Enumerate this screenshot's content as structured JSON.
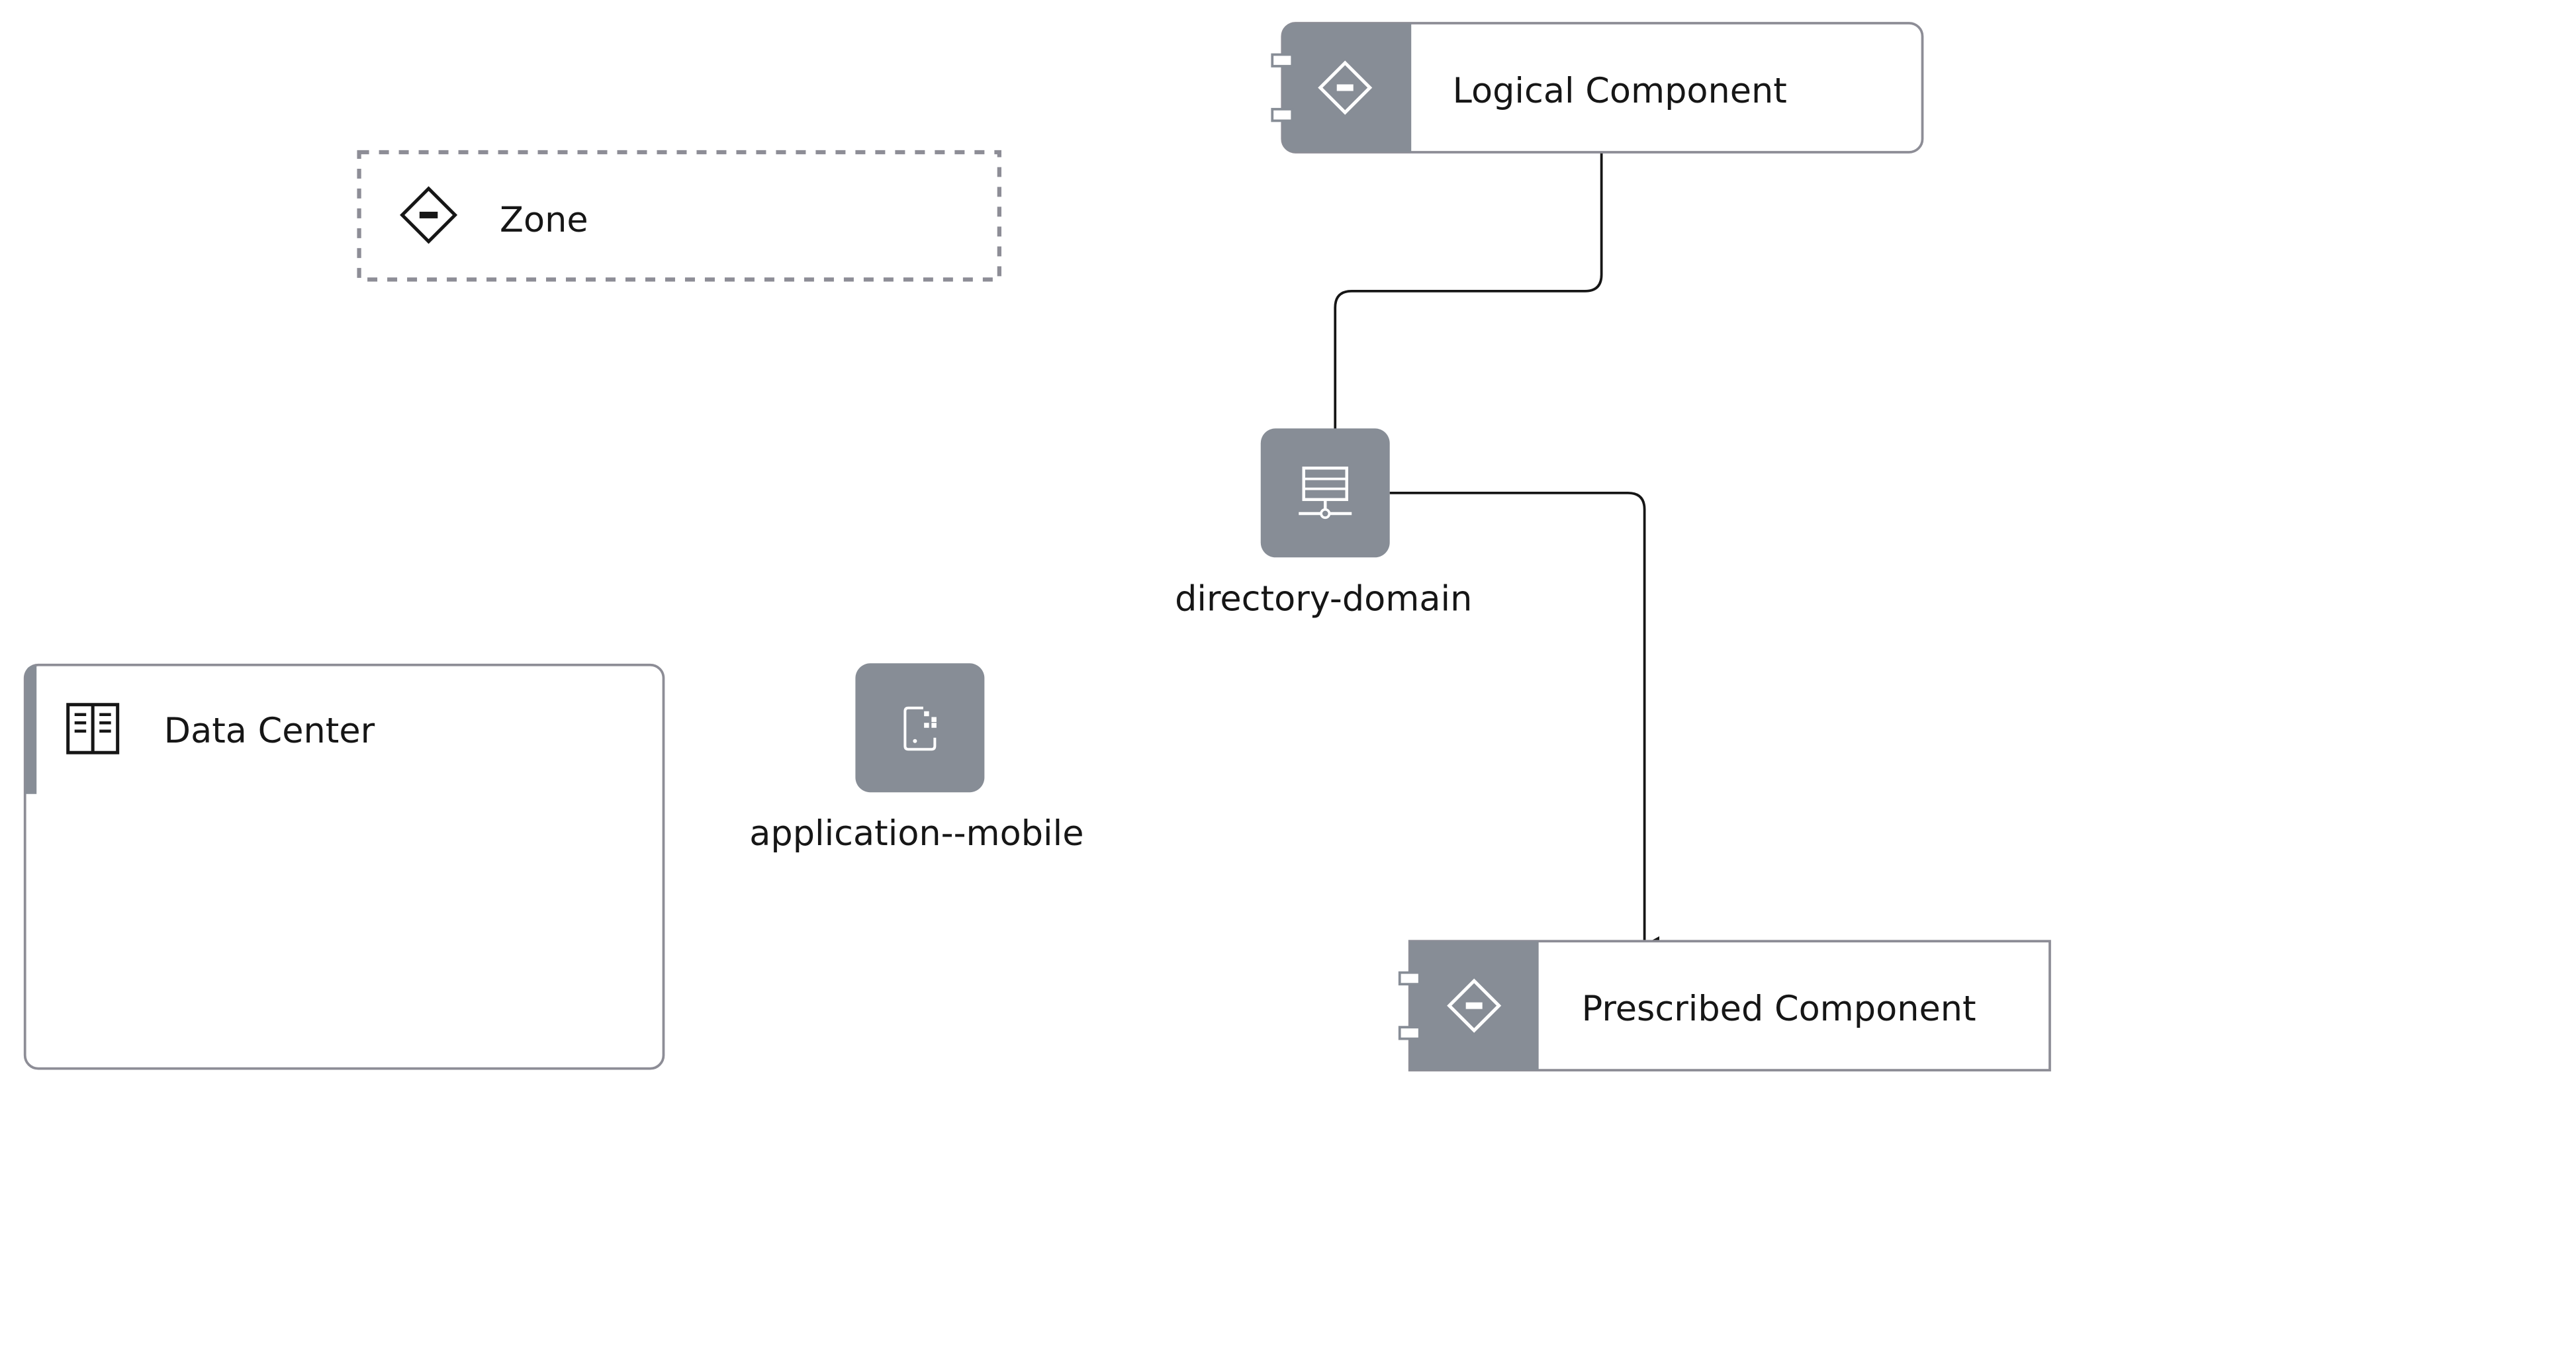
{
  "diagram": {
    "colors": {
      "accent_gray": "#878d96",
      "border_gray": "#8d8d96",
      "text": "#161616",
      "edge": "#161616"
    },
    "nodes": {
      "zone": {
        "label": "Zone",
        "icon": "diamond-minus-icon"
      },
      "logical_component": {
        "label": "Logical Component",
        "icon": "diamond-minus-icon"
      },
      "prescribed_component": {
        "label": "Prescribed Component",
        "icon": "diamond-minus-icon"
      },
      "data_center": {
        "label": "Data Center",
        "icon": "data-center-icon"
      },
      "directory_domain": {
        "label": "directory-domain",
        "icon": "directory-server-icon"
      },
      "application_mobile": {
        "label": "application--mobile",
        "icon": "mobile-app-icon"
      }
    },
    "edges": [
      {
        "from": "logical_component",
        "to": "directory_domain"
      },
      {
        "from": "directory_domain",
        "to": "prescribed_component"
      }
    ]
  }
}
